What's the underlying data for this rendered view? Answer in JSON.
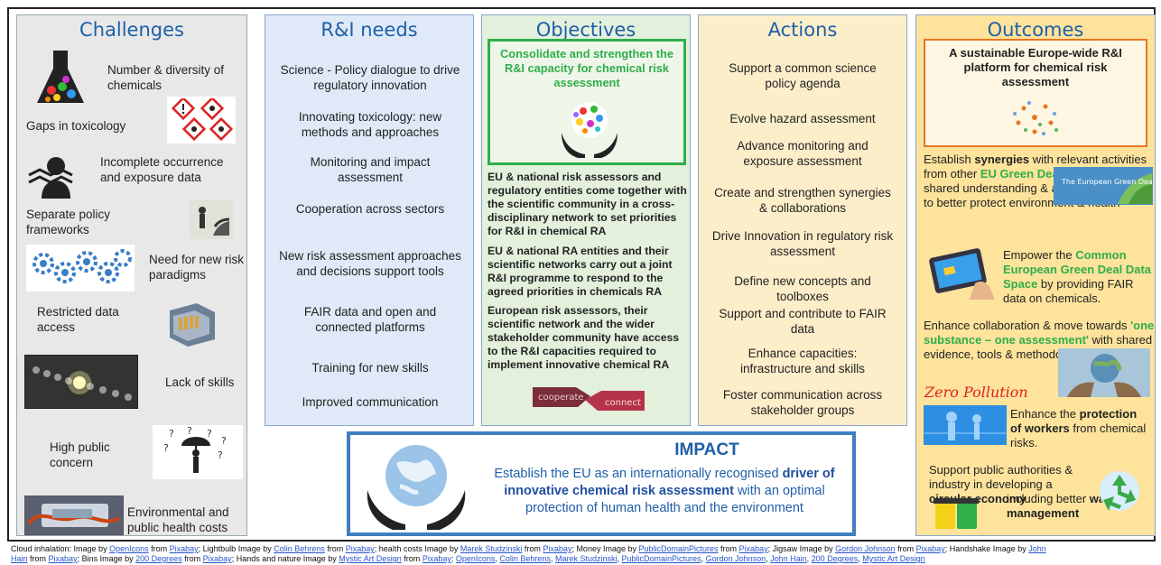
{
  "challenges": {
    "title": "Challenges",
    "items": [
      "Number & diversity of chemicals",
      "Gaps in toxicology",
      "Incomplete occurrence and exposure data",
      "Separate policy frameworks",
      "Need for new risk paradigms",
      "Restricted data access",
      "Lack of skills",
      "High public concern",
      "Environmental and public health costs"
    ]
  },
  "needs": {
    "title": "R&I needs",
    "items": [
      "Science - Policy dialogue to drive regulatory innovation",
      "Innovating toxicology: new methods and approaches",
      "Monitoring and impact assessment",
      "Cooperation across sectors",
      "New risk assessment approaches and decisions support tools",
      "FAIR data and open and connected platforms",
      "Training for new skills",
      "Improved communication"
    ]
  },
  "objectives": {
    "title": "Objectives",
    "headline": "Consolidate and strengthen the R&I capacity for chemical risk assessment",
    "paragraphs": [
      "EU & national risk assessors and regulatory entities come together with the scientific community in a cross-disciplinary network to set priorities for R&I in chemical RA",
      "EU & national RA entities and their scientific networks carry out a joint R&I programme to respond to the agreed priorities in chemicals RA",
      "European risk assessors, their scientific network and the wider stakeholder community have access to the R&I capacities required to implement innovative chemical RA"
    ],
    "handshake_words": [
      "cooperate",
      "connect"
    ]
  },
  "actions": {
    "title": "Actions",
    "items": [
      "Support a common science policy agenda",
      "Evolve hazard assessment",
      "Advance monitoring and exposure assessment",
      "Create and strengthen synergies & collaborations",
      "Drive Innovation in regulatory risk assessment",
      "Define new concepts and toolboxes",
      "Support and contribute to FAIR data",
      "Enhance capacities: infrastructure and skills",
      "Foster communication across stakeholder groups"
    ]
  },
  "outcomes": {
    "title": "Outcomes",
    "headline": "A sustainable Europe-wide R&I platform for chemical risk assessment",
    "synergy": {
      "p1": "Establish ",
      "b1": "synergies",
      "p2": " with relevant activities from other ",
      "g1": "EU Green Deal",
      "p3": " policy areas for shared understanding & addressing needs to better protect environment & health"
    },
    "green_deal_badge": "The European Green Deal",
    "empower": {
      "p1": "Empower the ",
      "g1": "Common European Green Deal Data Space",
      "p2": " by providing FAIR data on chemicals."
    },
    "collab": {
      "p1": "Enhance collaboration & move towards ",
      "g1": "'one substance – one assessment'",
      "p2": " with shared evidence, tools & methodologies."
    },
    "zero_pollution": "Zero Pollution",
    "workers": {
      "p1": "Enhance the ",
      "b1": "protection of workers",
      "p2": " from chemical risks."
    },
    "circular": {
      "p1": "Support public authorities & industry in developing a ",
      "b1": "circular economy",
      "p2": " including better ",
      "b2": "waste management"
    }
  },
  "impact": {
    "title": "IMPACT",
    "p1": "Establish the EU as an internationally recognised ",
    "b1": "driver of innovative chemical risk assessment",
    "p2": " with an optimal protection of human health and the environment"
  },
  "credits": {
    "line1": [
      {
        "t": "Cloud inhalation: Image by "
      },
      {
        "l": "OpenIcons"
      },
      {
        "t": " from "
      },
      {
        "l": "Pixabay"
      },
      {
        "t": "; Lightbulb Image by "
      },
      {
        "l": "Colin Behrens"
      },
      {
        "t": " from "
      },
      {
        "l": "Pixabay"
      },
      {
        "t": ";  health costs Image by "
      },
      {
        "l": "Marek Studzinski"
      },
      {
        "t": " from "
      },
      {
        "l": "Pixabay"
      },
      {
        "t": "; Money Image by "
      },
      {
        "l": "PublicDomainPictures"
      },
      {
        "t": " from "
      },
      {
        "l": "Pixabay"
      },
      {
        "t": "; Jigsaw Image by "
      },
      {
        "l": "Gordon Johnson"
      },
      {
        "t": " from "
      },
      {
        "l": "Pixabay"
      },
      {
        "t": "; Handshake Image by "
      },
      {
        "l": "John"
      }
    ],
    "line2": [
      {
        "l": "Hain"
      },
      {
        "t": " from "
      },
      {
        "l": "Pixabay"
      },
      {
        "t": "; Bins Image by "
      },
      {
        "l": "200 Degrees"
      },
      {
        "t": " from "
      },
      {
        "l": "Pixabay"
      },
      {
        "t": "; Hands and nature Image by "
      },
      {
        "l": "Mystic Art Design"
      },
      {
        "t": " from "
      },
      {
        "l": "Pixabay"
      },
      {
        "t": "; "
      },
      {
        "l": "OpenIcons"
      },
      {
        "t": ",  "
      },
      {
        "l": "Colin Behrens"
      },
      {
        "t": ", "
      },
      {
        "l": "Marek Studzinski"
      },
      {
        "t": ", "
      },
      {
        "l": "PublicDomainPictures"
      },
      {
        "t": ", "
      },
      {
        "l": "Gordon Johnson"
      },
      {
        "t": ", "
      },
      {
        "l": "John Hain"
      },
      {
        "t": ", "
      },
      {
        "l": "200 Degrees"
      },
      {
        "t": ", "
      },
      {
        "l": "Mystic Art Design"
      }
    ]
  },
  "colors": {
    "title_blue": "#1f5fa8",
    "green": "#2fae4a",
    "outcomes_bg": "#fde39c",
    "impact_border": "#3f7fc0"
  }
}
